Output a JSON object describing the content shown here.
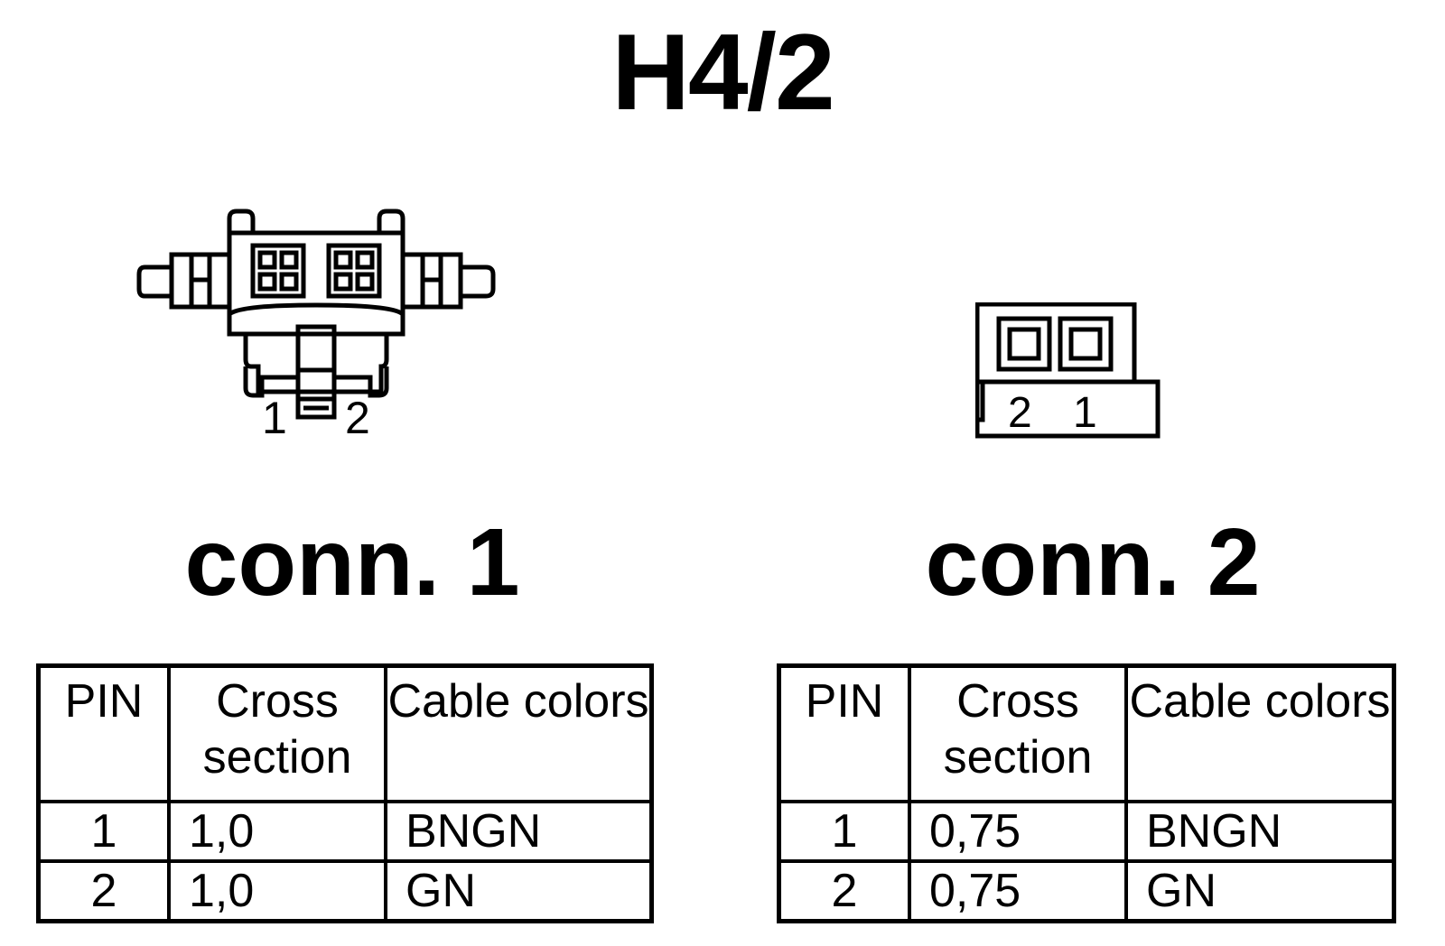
{
  "title": "H4/2",
  "connectors": [
    {
      "label": "conn. 1",
      "drawing_pins": [
        "1",
        "2"
      ],
      "table": {
        "headers": [
          "PIN",
          "Cross section",
          "Cable colors"
        ],
        "rows": [
          {
            "pin": "1",
            "cross_section": "1,0",
            "color": "BNGN"
          },
          {
            "pin": "2",
            "cross_section": "1,0",
            "color": "GN"
          }
        ]
      }
    },
    {
      "label": "conn. 2",
      "drawing_pins": [
        "2",
        "1"
      ],
      "table": {
        "headers": [
          "PIN",
          "Cross section",
          "Cable colors"
        ],
        "rows": [
          {
            "pin": "1",
            "cross_section": "0,75",
            "color": "BNGN"
          },
          {
            "pin": "2",
            "cross_section": "0,75",
            "color": "GN"
          }
        ]
      }
    }
  ]
}
